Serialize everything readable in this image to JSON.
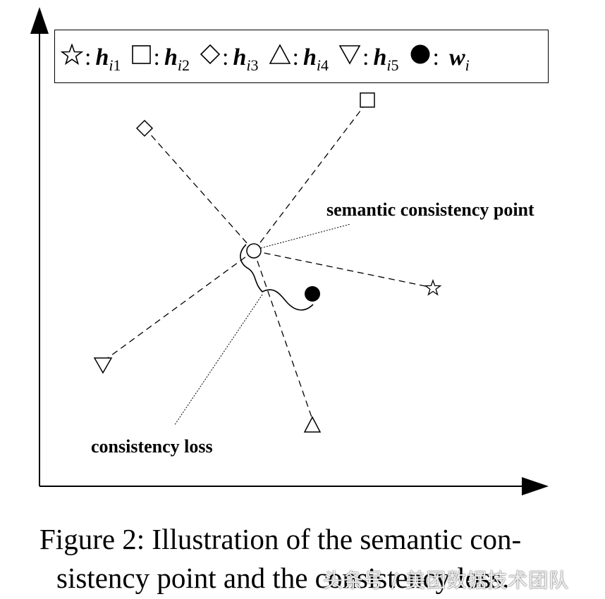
{
  "legend": {
    "items": [
      {
        "shape": "star",
        "var": "h",
        "sub": "i",
        "subnum": "1"
      },
      {
        "shape": "square",
        "var": "h",
        "sub": "i",
        "subnum": "2"
      },
      {
        "shape": "diamond",
        "var": "h",
        "sub": "i",
        "subnum": "3"
      },
      {
        "shape": "triangle-up",
        "var": "h",
        "sub": "i",
        "subnum": "4"
      },
      {
        "shape": "triangle-down",
        "var": "h",
        "sub": "i",
        "subnum": "5"
      },
      {
        "shape": "filled-circle",
        "var": "w",
        "sub": "i",
        "subnum": ""
      }
    ],
    "separator": ":"
  },
  "annotations": {
    "semantic_point": "semantic consistency point",
    "consistency_loss": "consistency loss"
  },
  "caption": {
    "line1": "Figure 2: Illustration of the semantic con-",
    "line2": "sistency point and the consistency loss."
  },
  "watermark": "头条号 / 美团数据技术团队",
  "colors": {
    "ink": "#000000",
    "background": "#ffffff"
  }
}
